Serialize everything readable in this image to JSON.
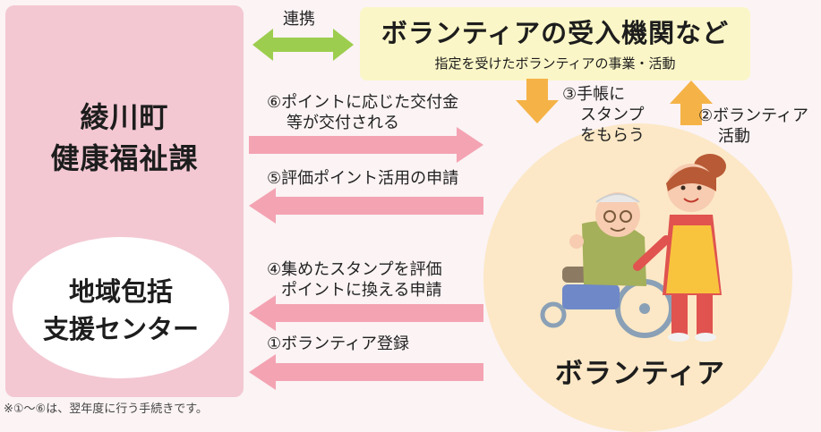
{
  "left_panel": {
    "department": [
      "綾川町",
      "健康福祉課"
    ],
    "center": [
      "地域包括",
      "支援センター"
    ]
  },
  "agency": {
    "title": "ボランティアの受入機関など",
    "subtitle": "指定を受けたボランティアの事業・活動"
  },
  "volunteer": {
    "label": "ボランティア"
  },
  "links": {
    "cooperation": "連携",
    "step3": [
      "③手帳に",
      "スタンプ",
      "をもらう"
    ],
    "step2": [
      "②ボランティア",
      "活動"
    ],
    "step6": [
      "⑥ポイントに応じた交付金",
      "等が交付される"
    ],
    "step5": "⑤評価ポイント活用の申請",
    "step4": [
      "④集めたスタンプを評価",
      "ポイントに換える申請"
    ],
    "step1": "①ボランティア登録"
  },
  "note": "※①～⑥は、翌年度に行う手続きです。",
  "colors": {
    "pink_panel": "#f3c8d3",
    "pink_arrow": "#f4a3b3",
    "green_arrow": "#9dcd4e",
    "orange_arrow": "#f5b347",
    "agency_box": "#fbf6c7",
    "volunteer_circle": "#fce8c6"
  }
}
